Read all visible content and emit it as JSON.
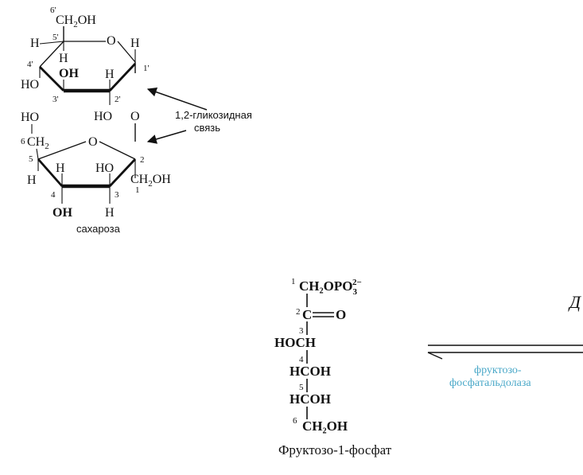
{
  "sucrose": {
    "name": "сахароза",
    "bond_label_line1": "1,2-гликозидная",
    "bond_label_line2": "связь",
    "glucose": {
      "c6_number": "6'",
      "c6_group": "CH",
      "c6_sub": "2",
      "c6_oh": "OH",
      "ring_o": "O",
      "c5_number": "5'",
      "c5_h_left": "H",
      "c5_h_down": "H",
      "c1_h": "H",
      "c1_number": "1'",
      "c4_number": "4'",
      "c4_ho": "HO",
      "c3_oh": "OH",
      "c3_number": "3'",
      "c2_h": "H",
      "c2_number": "2'",
      "c2_ho": "HO",
      "link_o": "O"
    },
    "fructose": {
      "ho_top": "HO",
      "c6_number": "6",
      "c6_group": "CH",
      "c6_sub": "2",
      "ring_o": "O",
      "c5_number": "5",
      "c5_h": "H",
      "c4_h": "H",
      "c4_number": "4",
      "c4_oh": "OH",
      "c3_ho": "HO",
      "c3_number": "3",
      "c3_h": "H",
      "c2_number": "2",
      "c1_number": "1",
      "c1_group": "CH",
      "c1_sub": "2",
      "c1_oh": "OH"
    }
  },
  "f1p": {
    "name": "Фруктозо-1-фосфат",
    "c1_number": "1",
    "c1_group": "CH₂OPO",
    "c1_sub": "3",
    "c1_sup": "2−",
    "c2_number": "2",
    "c2_group": "C",
    "c2_o": "O",
    "c3_number": "3",
    "c3_group": "HOCH",
    "c4_number": "4",
    "c4_group": "HCOH",
    "c5_number": "5",
    "c5_group": "HCOH",
    "c6_number": "6",
    "c6_group": "CH₂OH"
  },
  "reaction": {
    "enzyme_line1": "фруктозо-",
    "enzyme_line2": "фосфатальдолаза",
    "partial_glyph": "Д",
    "enzyme_color": "#4aa8c8"
  }
}
